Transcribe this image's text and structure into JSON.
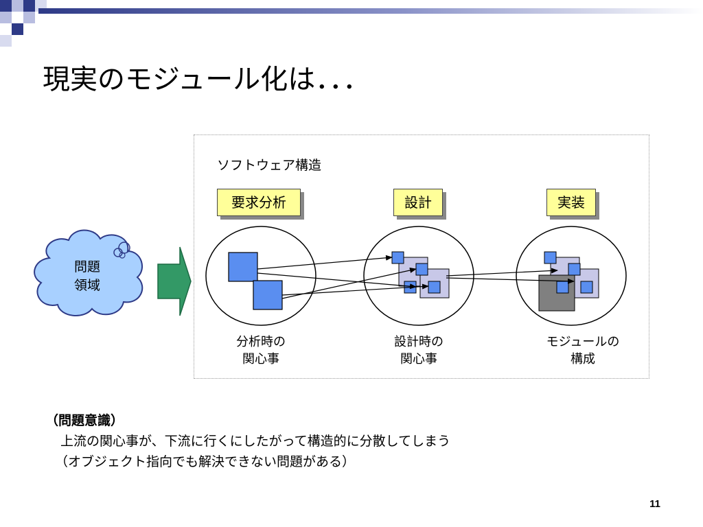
{
  "slide": {
    "title": "現実のモジュール化は．．．",
    "page_number": "11"
  },
  "diagram": {
    "structure_label": "ソフトウェア構造",
    "stages": [
      {
        "label": "要求分析"
      },
      {
        "label": "設計"
      },
      {
        "label": "実装"
      }
    ],
    "captions": [
      {
        "line1": "分析時の",
        "line2": "関心事"
      },
      {
        "line1": "設計時の",
        "line2": "関心事"
      },
      {
        "line1": "モジュールの",
        "line2": "構成"
      }
    ],
    "cloud": {
      "line1": "問題",
      "line2": "領域"
    }
  },
  "notes": {
    "heading": "（問題意識）",
    "line1": "上流の関心事が、下流に行くにしたがって構造的に分散してしまう",
    "line2": "（オブジェクト指向でも解決できない問題がある）"
  },
  "colors": {
    "accent_navy": "#2e3a87",
    "accent_light": "#b8bde0",
    "concern_blue": "#5a8ef0",
    "module_lavender": "#c8c8e8",
    "module_gray": "#808080",
    "stage_yellow": "#ffff99",
    "cloud_blue": "#a8d0ff",
    "arrow_green": "#339966"
  }
}
